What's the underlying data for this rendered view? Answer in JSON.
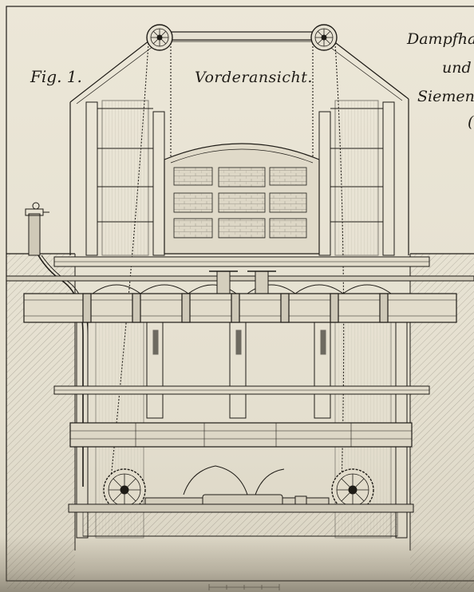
{
  "figure": {
    "fig_label": "Fig. 1.",
    "view_label": "Vorderansicht.",
    "title_lines": [
      "Dampfha",
      "und",
      "Siemen",
      "("
    ]
  },
  "colors": {
    "paper": "#e6e1d2",
    "ink": "#1f1c17",
    "ink_light": "#5b564c"
  },
  "icons": [
    "pulley-left-icon",
    "pulley-right-icon",
    "gear-left-icon",
    "gear-right-icon",
    "chain-icon"
  ]
}
